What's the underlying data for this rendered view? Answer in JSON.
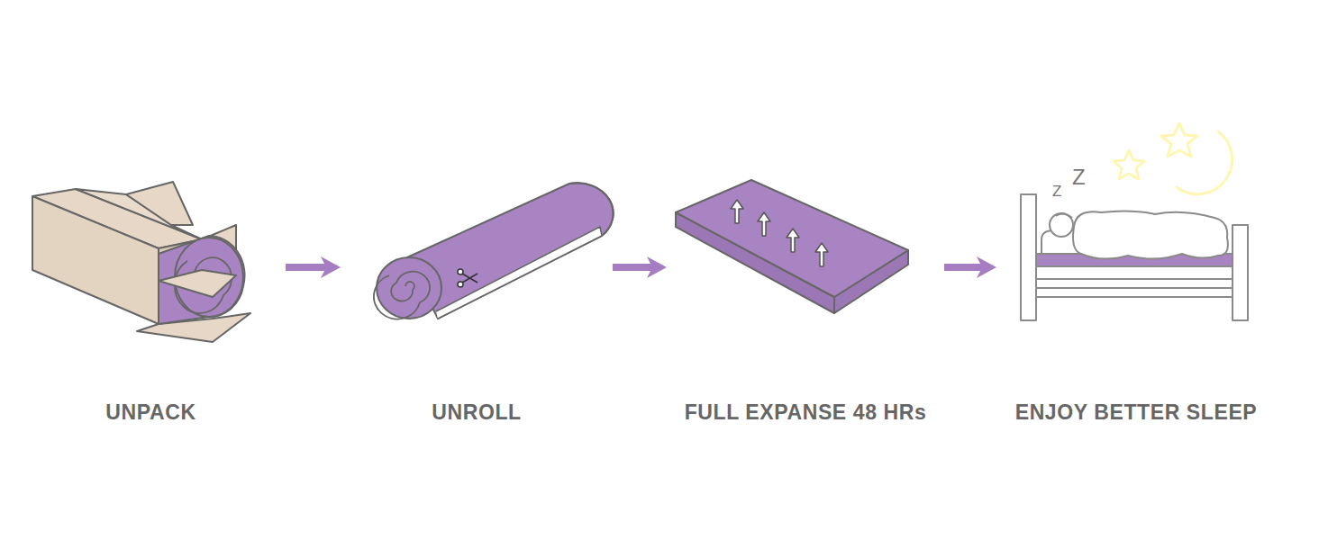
{
  "diagram": {
    "nodes": [
      {
        "text": [
          "UNPACK"
        ]
      },
      {
        "text": [
          "UNROLL"
        ]
      },
      {
        "text": [
          "FULL EXPANSE 48 HRs"
        ]
      },
      {
        "text": [
          "ENJOY BETTER SLEEP"
        ]
      }
    ],
    "edges": [
      {
        "from": 0,
        "to": 1,
        "arrow": "to"
      },
      {
        "from": 1,
        "to": 2,
        "arrow": "to"
      },
      {
        "from": 2,
        "to": 3,
        "arrow": "to"
      }
    ],
    "labels": [
      "Z",
      "Z"
    ]
  }
}
